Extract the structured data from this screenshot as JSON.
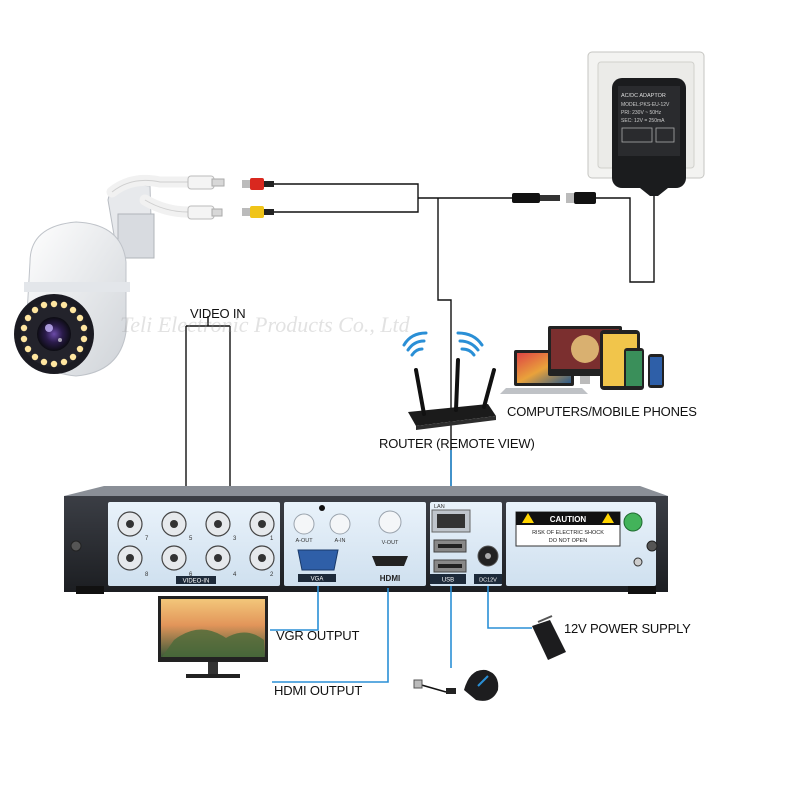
{
  "watermark": "Teli Electronic Products Co., Ltd",
  "labels": {
    "video_in": "VIDEO IN",
    "computers": "COMPUTERS/MOBILE PHONES",
    "router": "ROUTER (REMOTE VIEW)",
    "vgr_output": "VGR OUTPUT",
    "hdmi_output": "HDMI OUTPUT",
    "power_supply": "12V POWER SUPPLY"
  },
  "dvr": {
    "port_numbers_top": [
      "7",
      "5",
      "3",
      "1"
    ],
    "port_numbers_bottom": [
      "8",
      "6",
      "4",
      "2"
    ],
    "video_in_label": "VIDEO-IN",
    "vga_label": "VGA",
    "hdmi_label": "HDMI",
    "a_out_label": "A-OUT",
    "a_in_label": "A-IN",
    "v_out_label": "V-OUT",
    "lan_label": "LAN",
    "usb_label": "USB",
    "dc_label": "DC12V",
    "caution_title": "CAUTION",
    "caution_line1": "RISK OF ELECTRIC SHOCK",
    "caution_line2": "DO NOT OPEN"
  },
  "adapter": {
    "line1": "AC/DC ADAPTOR",
    "line2": "MODEL:PKS-EU-12V",
    "line3": "PRI: 230V ~ 50Hz",
    "line4": "SEC: 12V = 250mA"
  }
}
